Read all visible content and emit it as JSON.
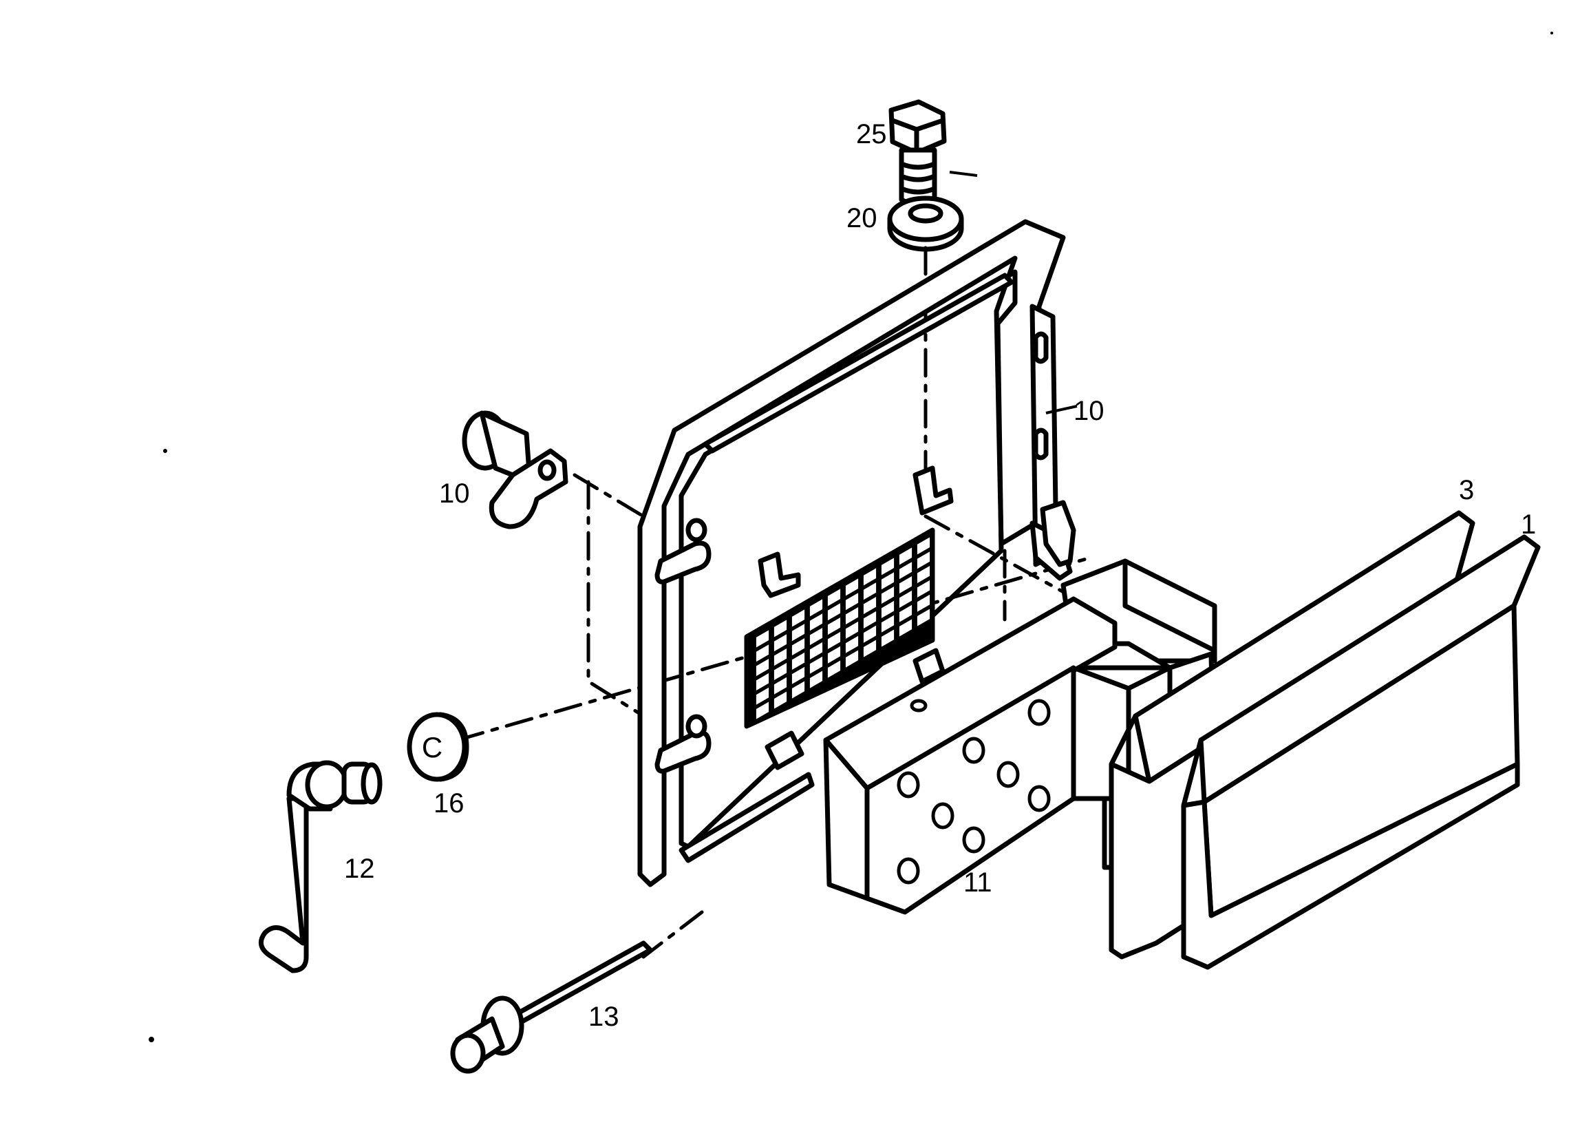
{
  "diagram": {
    "callouts": [
      {
        "id": "bolt",
        "label": "25"
      },
      {
        "id": "washer",
        "label": "20"
      },
      {
        "id": "clip-right",
        "label": "10"
      },
      {
        "id": "clip-left",
        "label": "10"
      },
      {
        "id": "panel-rear",
        "label": "3"
      },
      {
        "id": "panel-front",
        "label": "1"
      },
      {
        "id": "cap",
        "label": "16"
      },
      {
        "id": "handle",
        "label": "12"
      },
      {
        "id": "block",
        "label": "11"
      },
      {
        "id": "rivet",
        "label": "13"
      }
    ],
    "icons": {
      "cap_letter": "C",
      "clip_letter": "C"
    }
  }
}
